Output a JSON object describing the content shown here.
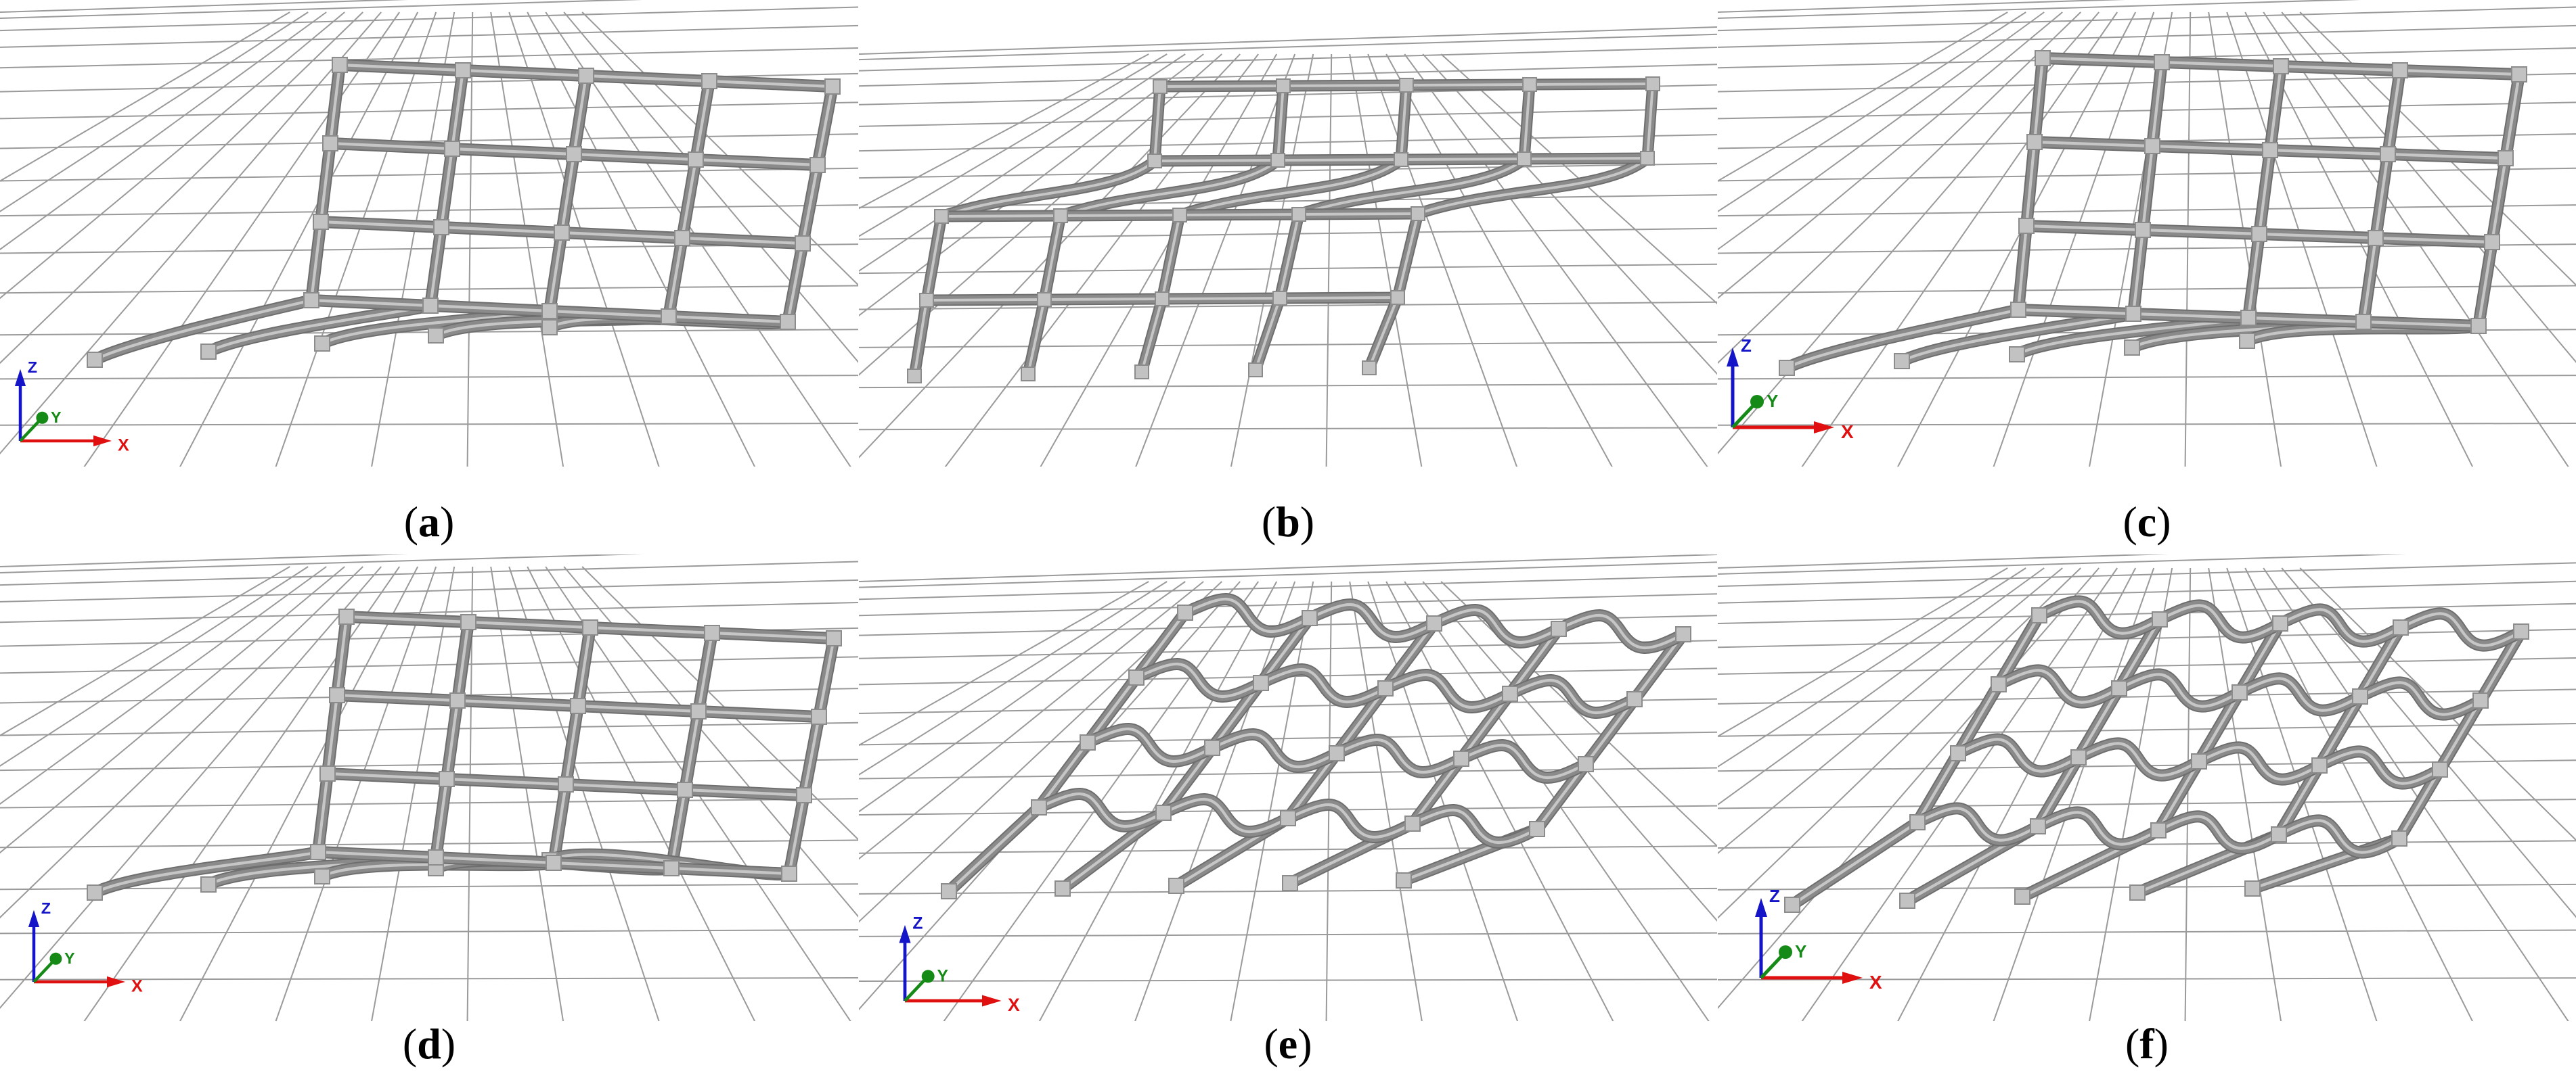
{
  "colors": {
    "grid": "#9a9a9a",
    "frame": "#8a8a8a",
    "frame_highlight": "#c6c6c6",
    "node": "#c2c2c2",
    "axis_x": "#e01010",
    "axis_y": "#168a16",
    "axis_z": "#1414c8"
  },
  "axis_labels": {
    "x": "X",
    "y": "Y",
    "z": "Z"
  },
  "panels": [
    {
      "id": "a",
      "label": "a",
      "mode": "sway_left"
    },
    {
      "id": "b",
      "label": "b",
      "mode": "sway_forward"
    },
    {
      "id": "c",
      "label": "c",
      "mode": "sway_left"
    },
    {
      "id": "d",
      "label": "d",
      "mode": "sway_left"
    },
    {
      "id": "e",
      "label": "e",
      "mode": "wave_flat"
    },
    {
      "id": "f",
      "label": "f",
      "mode": "wave_flat"
    }
  ]
}
